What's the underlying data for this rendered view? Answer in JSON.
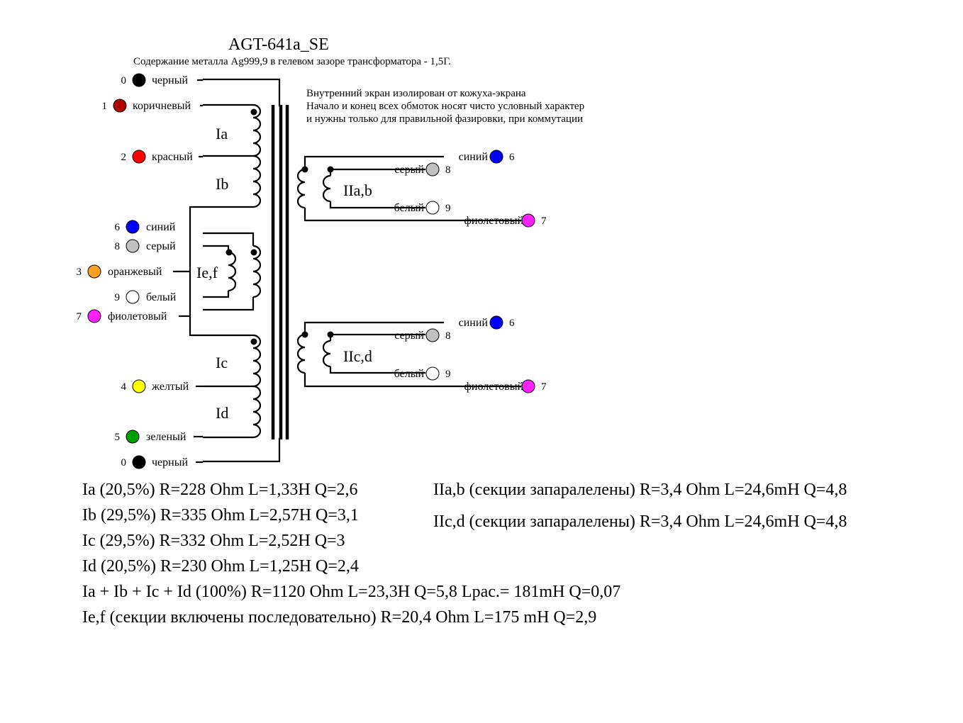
{
  "title": "AGT-641a_SE",
  "subtitle": "Содержание металла Ag999,9 в гелевом зазоре трансформатора -   1,5Г.",
  "notes": [
    "Внутренний экран изолирован от кожуха-экрана",
    "Начало и конец всех обмоток носят чисто условный характер",
    "и нужны только для правильной фазировки, при коммутации"
  ],
  "colors": {
    "black": "#000000",
    "brown": "#b00000",
    "red": "#ff0000",
    "blue": "#0000ff",
    "gray": "#c0c0c0",
    "orange": "#ffa020",
    "white": "#ffffff",
    "violet": "#ff20ff",
    "yellow": "#ffff00",
    "green": "#00a000"
  },
  "primary_terminals": [
    {
      "num": "0",
      "label": "черный",
      "color": "black"
    },
    {
      "num": "1",
      "label": "коричневый",
      "color": "brown"
    },
    {
      "num": "2",
      "label": "красный",
      "color": "red"
    },
    {
      "num": "6",
      "label": "синий",
      "color": "blue"
    },
    {
      "num": "8",
      "label": "серый",
      "color": "gray"
    },
    {
      "num": "3",
      "label": "оранжевый",
      "color": "orange"
    },
    {
      "num": "9",
      "label": "белый",
      "color": "white"
    },
    {
      "num": "7",
      "label": "фиолетовый",
      "color": "violet"
    },
    {
      "num": "4",
      "label": "желтый",
      "color": "yellow"
    },
    {
      "num": "5",
      "label": "зеленый",
      "color": "green"
    },
    {
      "num": "0",
      "label": "черный",
      "color": "black"
    }
  ],
  "secondary_top": [
    {
      "num": "6",
      "label": "синий",
      "color": "blue"
    },
    {
      "num": "8",
      "label": "серый",
      "color": "gray"
    },
    {
      "num": "9",
      "label": "белый",
      "color": "white"
    },
    {
      "num": "7",
      "label": "фиолетовый",
      "color": "violet"
    }
  ],
  "secondary_bottom": [
    {
      "num": "6",
      "label": "синий",
      "color": "blue"
    },
    {
      "num": "8",
      "label": "серый",
      "color": "gray"
    },
    {
      "num": "9",
      "label": "белый",
      "color": "white"
    },
    {
      "num": "7",
      "label": "фиолетовый",
      "color": "violet"
    }
  ],
  "windings": {
    "ia": "Ia",
    "ib": "Ib",
    "ief": "Ie,f",
    "ic": "Ic",
    "id": "Id",
    "iiab": "IIa,b",
    "iicd": "IIc,d"
  },
  "specs_left": [
    "Ia (20,5%) R=228 Ohm L=1,33H Q=2,6",
    "Ib (29,5%) R=335 Ohm L=2,57H Q=3,1",
    "Ic (29,5%) R=332 Ohm L=2,52H Q=3",
    "Id (20,5%) R=230 Ohm L=1,25H Q=2,4",
    "Ia + Ib + Ic + Id (100%) R=1120 Ohm L=23,3H Q=5,8 Lрас.= 181mH Q=0,07",
    "Ie,f (секции включены последовательно)  R=20,4 Ohm L=175 mH Q=2,9"
  ],
  "specs_right": [
    "IIa,b (секции запаралелены) R=3,4 Ohm L=24,6mH Q=4,8",
    "IIc,d (секции запаралелены) R=3,4 Ohm L=24,6mH Q=4,8"
  ]
}
